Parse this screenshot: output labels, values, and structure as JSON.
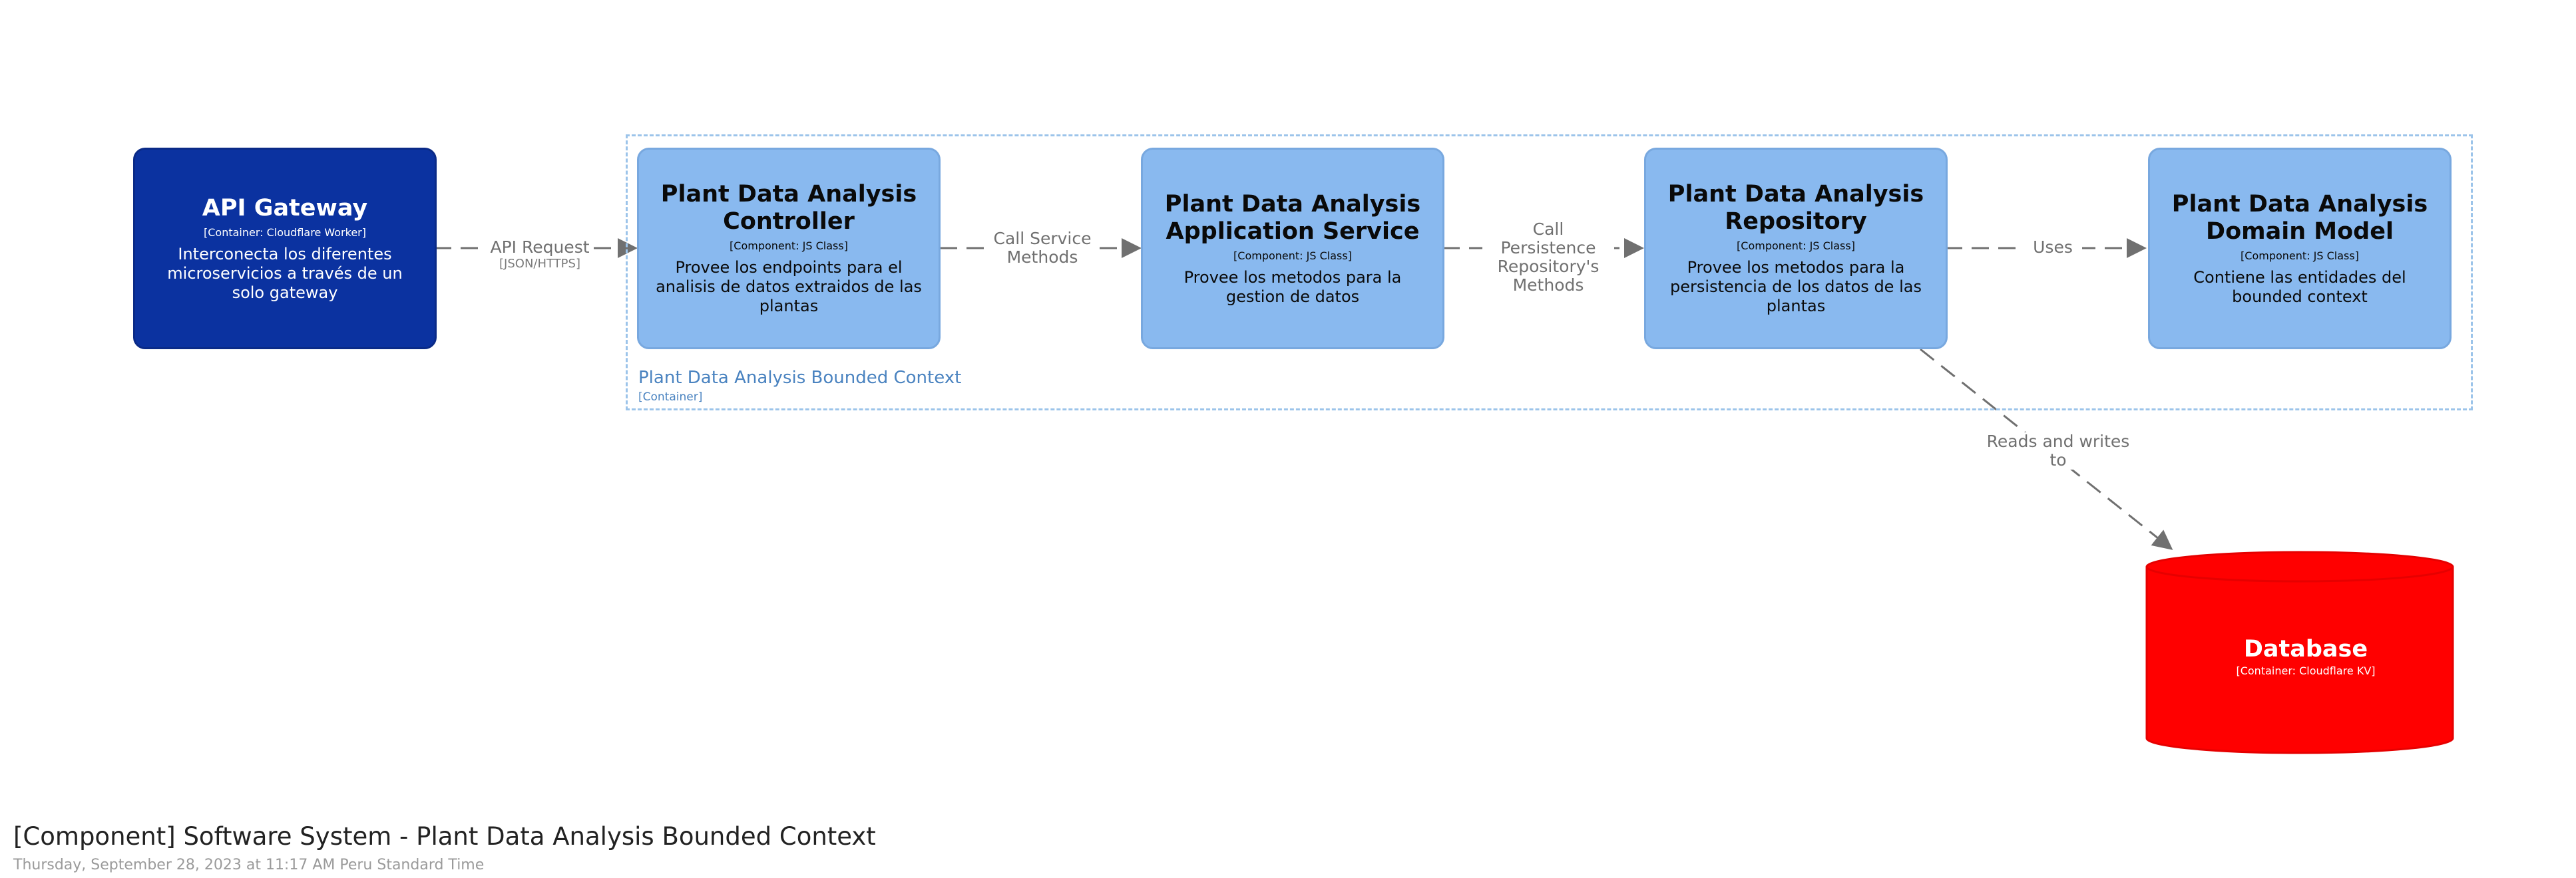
{
  "diagram": {
    "title": "[Component] Software System - Plant Data Analysis Bounded Context",
    "timestamp": "Thursday, September 28, 2023 at 11:17 AM Peru Standard Time"
  },
  "colors": {
    "container_fill": "#0b32a0",
    "component_fill": "#89b9ef",
    "database_fill": "#ff0000",
    "boundary_stroke": "#9cc4ea",
    "arrow": "#707070"
  },
  "boundary": {
    "name": "Plant Data Analysis Bounded Context",
    "technology": "[Container]"
  },
  "nodes": {
    "api_gateway": {
      "title": "API Gateway",
      "technology": "[Container: Cloudflare Worker]",
      "description": "Interconecta los diferentes microservicios a través de un solo gateway"
    },
    "controller": {
      "title": "Plant Data Analysis Controller",
      "technology": "[Component: JS Class]",
      "description": "Provee los endpoints para el analisis de datos extraidos de las plantas"
    },
    "application_service": {
      "title": "Plant Data Analysis Application Service",
      "technology": "[Component: JS Class]",
      "description": "Provee los metodos para la gestion de datos"
    },
    "repository": {
      "title": "Plant Data Analysis Repository",
      "technology": "[Component: JS Class]",
      "description": "Provee los metodos para la persistencia de los datos de las plantas"
    },
    "domain_model": {
      "title": "Plant Data Analysis Domain Model",
      "technology": "[Component: JS Class]",
      "description": "Contiene las entidades del bounded context"
    },
    "database": {
      "title": "Database",
      "technology": "[Container: Cloudflare KV]"
    }
  },
  "edges": {
    "gateway_to_controller": {
      "label": "API Request",
      "technology": "[JSON/HTTPS]"
    },
    "controller_to_service": {
      "label": "Call Service Methods"
    },
    "service_to_repository": {
      "label": "Call Persistence Repository's Methods"
    },
    "repository_to_domain": {
      "label": "Uses"
    },
    "repository_to_database": {
      "label": "Reads and writes to"
    }
  }
}
